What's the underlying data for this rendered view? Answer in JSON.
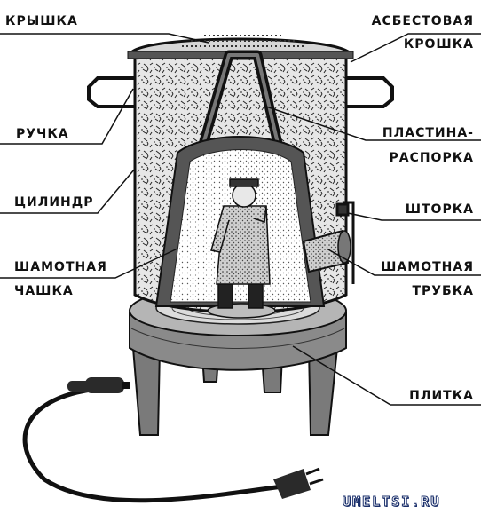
{
  "diagram": {
    "labels": {
      "lid": "КРЫШКА",
      "asbestos_1": "АСБЕСТОВАЯ",
      "asbestos_2": "КРОШКА",
      "handle": "РУЧКА",
      "plate_1": "ПЛАСТИНА-",
      "plate_2": "РАСПОРКА",
      "cylinder": "ЦИЛИНДР",
      "shutter": "ШТОРКА",
      "cup_1": "ШАМОТНАЯ",
      "cup_2": "ЧАШКА",
      "tube_1": "ШАМОТНАЯ",
      "tube_2": "ТРУБКА",
      "stove": "ПЛИТКА"
    },
    "watermark": "UMELTSI.RU",
    "colors": {
      "ink": "#111111",
      "paper": "#ffffff",
      "watermark": "#1a2f6b"
    }
  }
}
